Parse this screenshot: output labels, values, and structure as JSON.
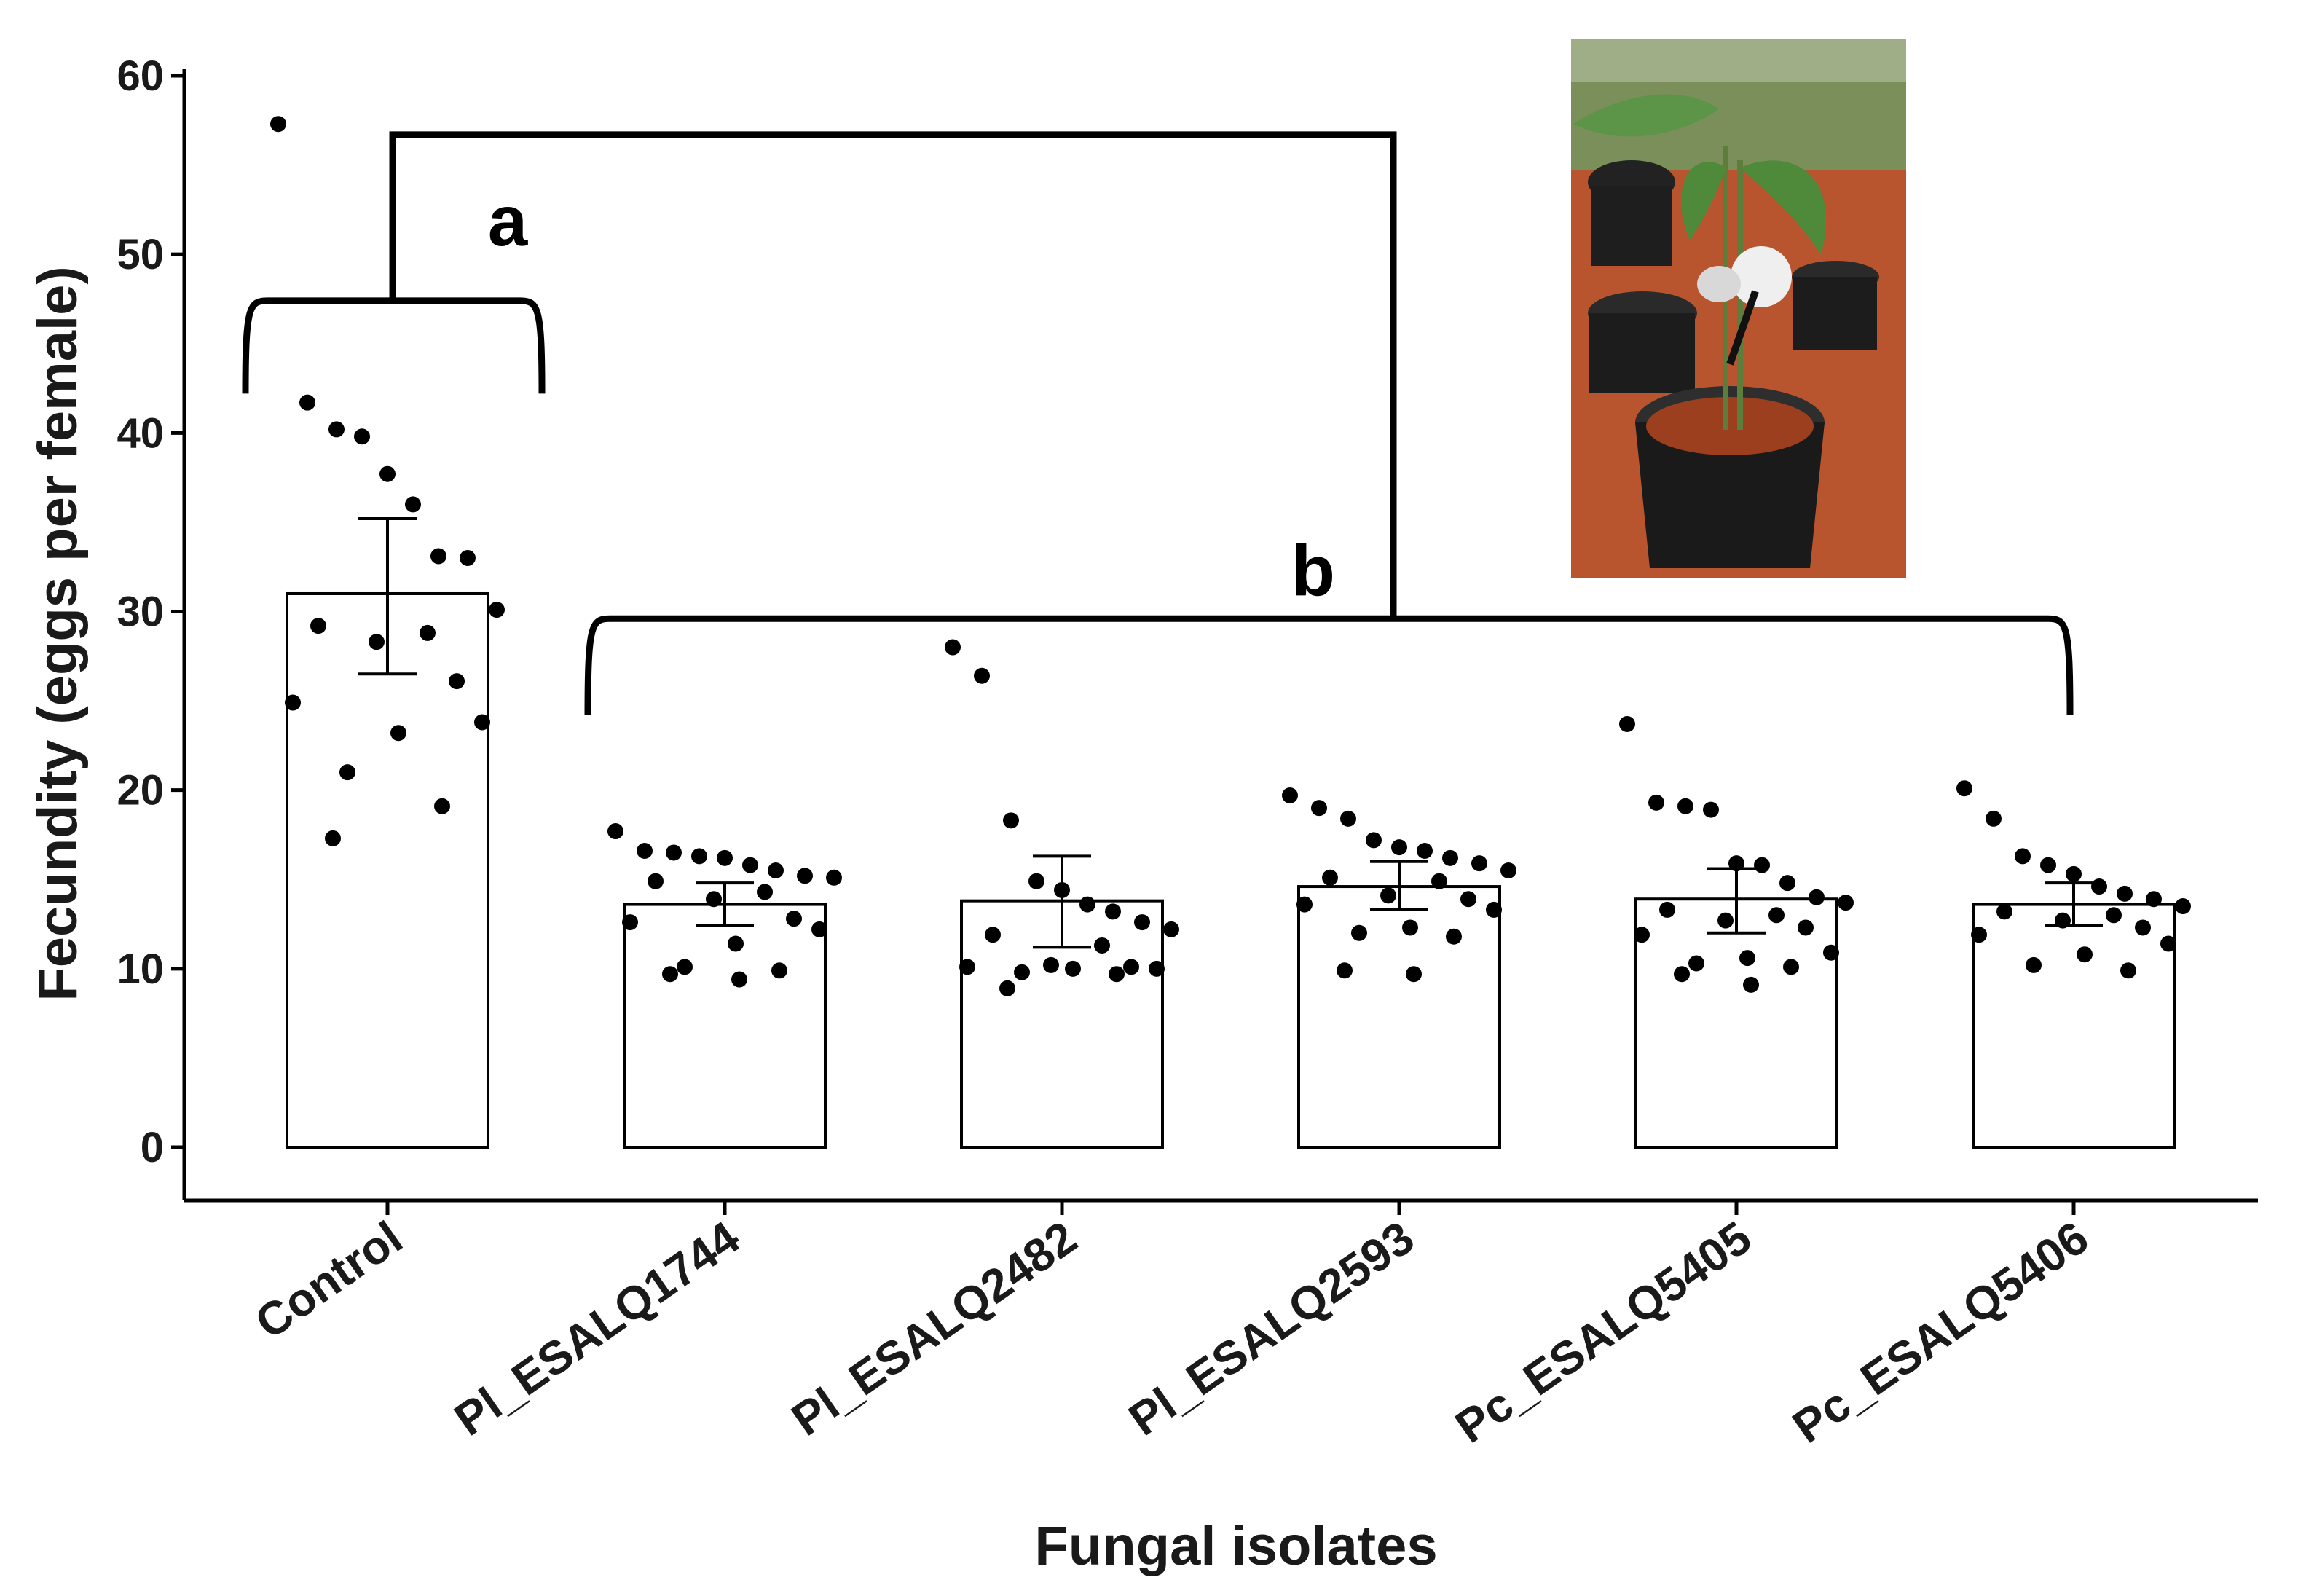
{
  "chart_data": {
    "type": "bar",
    "xlabel": "Fungal isolates",
    "ylabel": "Fecundity (eggs per female)",
    "ylim": [
      0,
      60
    ],
    "yticks": [
      "0",
      "10",
      "20",
      "30",
      "40",
      "50",
      "60"
    ],
    "grid": false,
    "categories": [
      "Control",
      "Pl_ESALQ1744",
      "Pl_ESALQ2482",
      "Pl_ESALQ2593",
      "Pc_ESALQ5405",
      "Pc_ESALQ5406"
    ],
    "means": [
      31.0,
      13.6,
      13.8,
      14.6,
      13.9,
      13.6
    ],
    "error_low": [
      26.5,
      12.4,
      11.2,
      13.3,
      12.0,
      12.4
    ],
    "error_high": [
      35.2,
      14.8,
      16.3,
      16.0,
      15.6,
      14.8
    ],
    "points": [
      [
        57.3,
        41.7,
        40.2,
        39.8,
        37.7,
        36.0,
        33.1,
        33.0,
        30.1,
        29.2,
        28.8,
        28.3,
        26.1,
        24.9,
        23.8,
        23.2,
        21.0,
        19.1,
        17.3
      ],
      [
        17.7,
        16.6,
        16.5,
        16.3,
        16.2,
        15.8,
        15.5,
        15.2,
        15.1,
        14.9,
        14.3,
        13.9,
        12.8,
        12.6,
        12.2,
        11.4,
        10.1,
        9.9,
        9.7,
        9.4
      ],
      [
        28.0,
        26.4,
        18.3,
        14.9,
        14.4,
        13.6,
        13.2,
        12.6,
        12.2,
        11.9,
        11.3,
        10.2,
        10.1,
        10.1,
        10.0,
        10.0,
        9.8,
        9.7,
        8.9
      ],
      [
        19.7,
        19.0,
        18.4,
        17.2,
        16.8,
        16.6,
        16.2,
        15.9,
        15.5,
        15.1,
        14.9,
        14.1,
        13.9,
        13.6,
        13.3,
        12.3,
        12.0,
        11.8,
        9.9,
        9.7
      ],
      [
        23.7,
        19.3,
        19.1,
        18.9,
        15.9,
        15.8,
        14.8,
        14.0,
        13.7,
        13.3,
        13.0,
        12.7,
        12.3,
        11.9,
        10.9,
        10.6,
        10.3,
        10.1,
        9.7,
        9.1
      ],
      [
        20.1,
        18.4,
        16.3,
        15.8,
        15.3,
        14.6,
        14.2,
        13.9,
        13.5,
        13.2,
        13.0,
        12.7,
        12.3,
        11.9,
        11.4,
        10.8,
        10.2,
        9.9
      ]
    ],
    "significance_groups": [
      {
        "label": "a",
        "members": [
          "Control"
        ]
      },
      {
        "label": "b",
        "members": [
          "Pl_ESALQ1744",
          "Pl_ESALQ2482",
          "Pl_ESALQ2593",
          "Pc_ESALQ5405",
          "Pc_ESALQ5406"
        ]
      }
    ]
  }
}
